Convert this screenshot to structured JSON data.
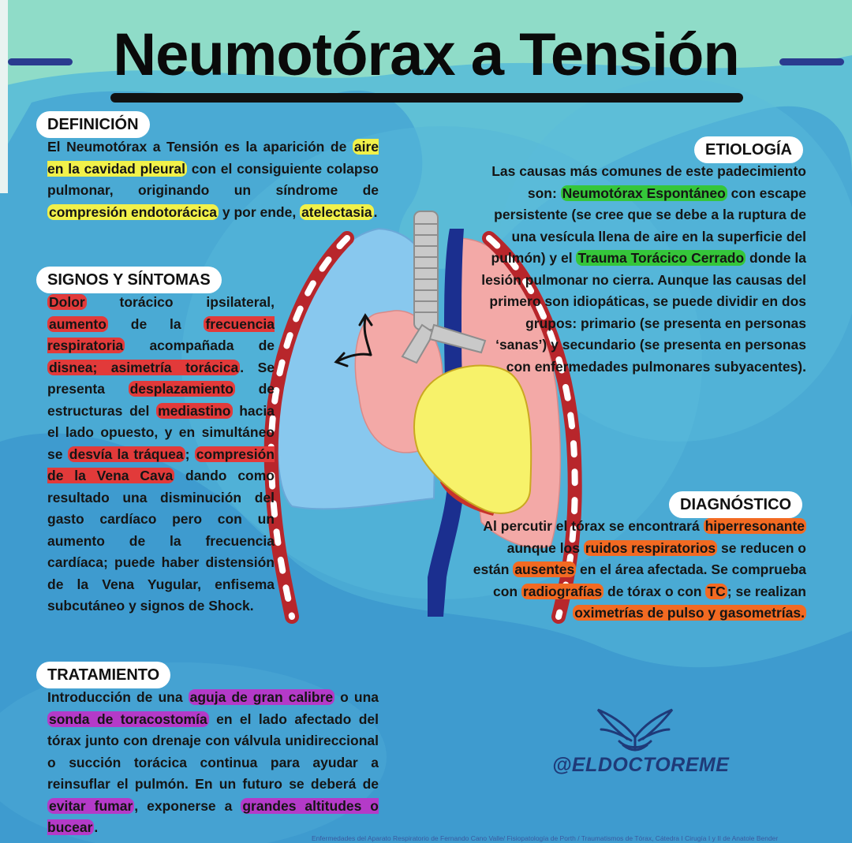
{
  "title": "Neumotórax a Tensión",
  "colors": {
    "background": "#8fdcc8",
    "accent_blue": "#2a3b8f",
    "highlight_yellow": "#f1f14a",
    "highlight_red": "#e23a3a",
    "highlight_green": "#35c63a",
    "highlight_orange": "#f26a22",
    "highlight_purple": "#b43ac8"
  },
  "sections": {
    "definicion": {
      "heading": "DEFINICIÓN",
      "t1": "El Neumotórax a Tensión es la aparición de ",
      "h1": "aire en la cavidad pleural",
      "t2": " con el consiguiente colapso pulmonar, originando un síndrome de ",
      "h2": "compresión endotorácica",
      "t3": " y por ende, ",
      "h3": "atelectasia",
      "t4": "."
    },
    "signos": {
      "heading": "SIGNOS Y SÍNTOMAS",
      "h1": "Dolor",
      "t1": " torácico ipsilateral, ",
      "h2": "aumento",
      "t2": " de la ",
      "h3": "frecuencia respiratoria",
      "t3": " acompañada de ",
      "h4": "disnea; asimetría torácica",
      "t4": ". Se presenta ",
      "h5": "desplazamiento",
      "t5": " de estructuras del ",
      "h6": "mediastino",
      "t6": " hacia el lado opuesto, y en simultáneo se ",
      "h7": "desvía la tráquea",
      "t7": "; ",
      "h8": "compresión de la Vena Cava",
      "t8": " dando como resultado una disminución del gasto cardíaco pero con un aumento de la frecuencia cardíaca; puede haber distensión de la Vena Yugular, enfisema subcutáneo y signos de Shock."
    },
    "tratamiento": {
      "heading": "TRATAMIENTO",
      "t1": "Introducción de una ",
      "h1": "aguja de gran calibre",
      "t2": " o una ",
      "h2": "sonda de toracostomía",
      "t3": " en el lado afectado del tórax junto con drenaje con válvula unidireccional o succión torácica continua para ayudar a reinsuflar el pulmón. En un futuro se deberá de ",
      "h3": "evitar fumar",
      "t4": ", exponerse a ",
      "h4": "grandes altitudes o bucear",
      "t5": "."
    },
    "etiologia": {
      "heading": "ETIOLOGÍA",
      "t1": "Las causas más comunes de este padecimiento son: ",
      "h1": "Neumotórax Espontáneo",
      "t2": " con escape persistente (se cree que se debe a la ruptura de una vesícula llena de aire en la superficie del pulmón) y el ",
      "h2": "Trauma Torácico Cerrado",
      "t3": " donde la lesión pulmonar no cierra. Aunque las causas del primero son idiopáticas, se puede dividir en dos grupos: primario (se presenta en personas ‘sanas’) y secundario (se presenta en personas con enfermedades pulmonares subyacentes)."
    },
    "diagnostico": {
      "heading": "DIAGNÓSTICO",
      "t1": "Al percutir el tórax se encontrará ",
      "h1": "hiperresonante",
      "t2": " aunque los ",
      "h2": "ruidos respiratorios",
      "t3": " se reducen o están ",
      "h3": "ausentes",
      "t4": " en el área afectada. Se comprueba con ",
      "h4": "radiografías",
      "t5": " de tórax o con ",
      "h5": "TC",
      "t6": "; se realizan ",
      "h6": "oximetrías de pulso y gasometrías."
    }
  },
  "brand": {
    "handle": "@ELDOCTOREME",
    "logo_icon": "wings-logo-icon"
  },
  "footer": "Enfermedades del Aparato Respiratorio de Fernando Cano Valle/ Fisiopatología de Porth / Traumatismos de Tórax, Cátedra I Cirugía I y II de Anatole Bender",
  "illustration": {
    "icon": "thorax-lungs-heart-illustration",
    "arrows_icon": "displacement-arrows-icon"
  }
}
